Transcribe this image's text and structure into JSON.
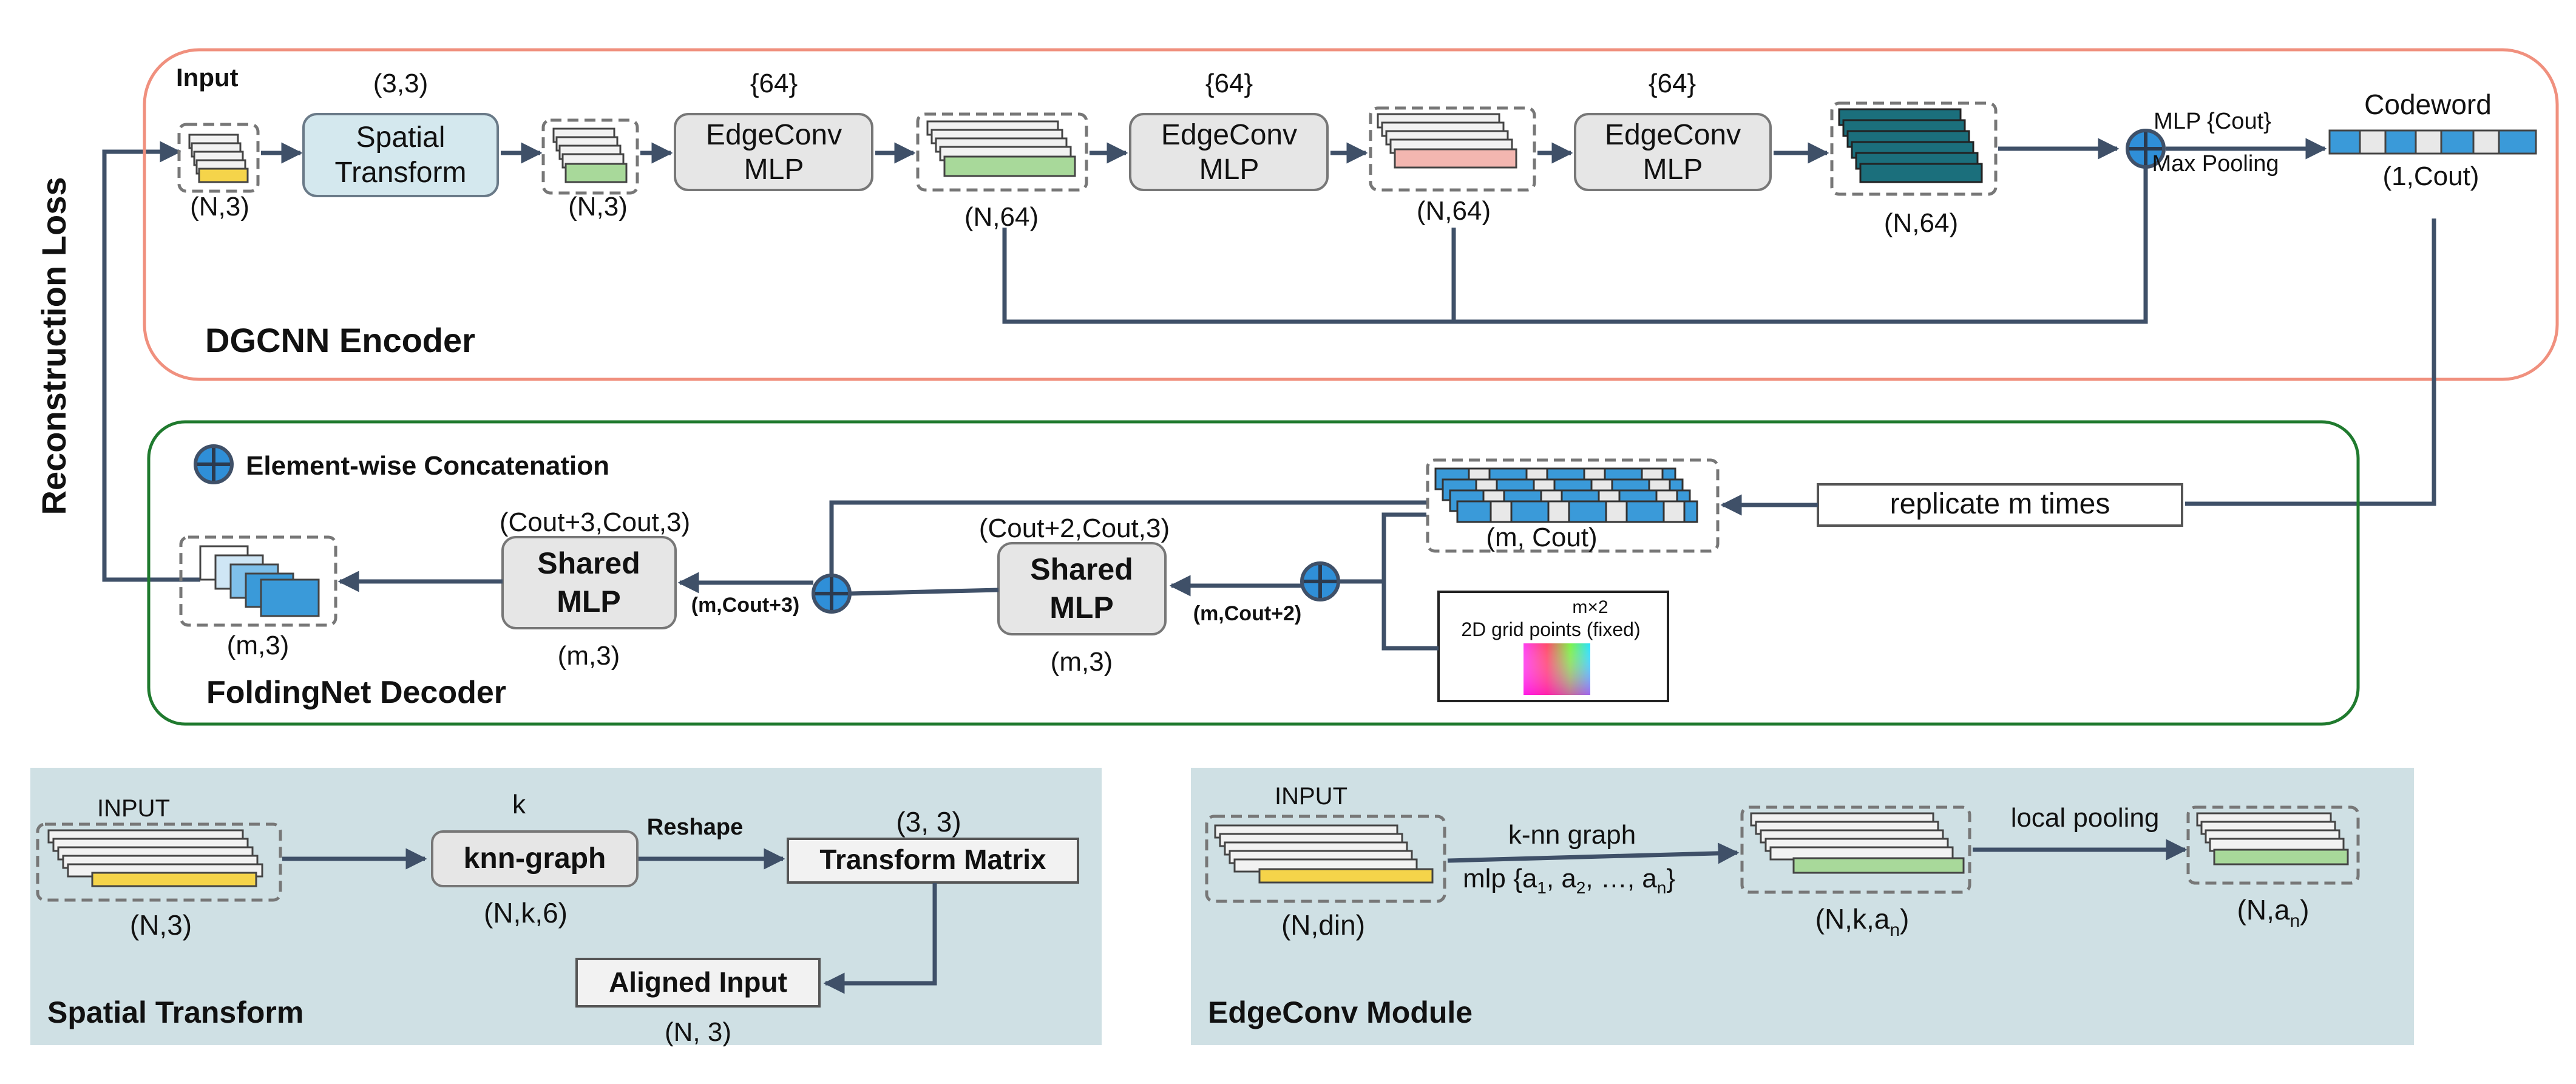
{
  "side_label": "Reconstruction Loss",
  "encoder": {
    "title": "DGCNN Encoder",
    "input_label": "Input",
    "input_shape": "(N,3)",
    "spatial_transform": {
      "line1": "Spatial",
      "line2": "Transform",
      "param": "(3,3)"
    },
    "after_transform_shape": "(N,3)",
    "edgeconv1": {
      "line1": "EdgeConv",
      "line2": "MLP",
      "param": "{64}"
    },
    "edgeconv1_out_shape": "(N,64)",
    "edgeconv2": {
      "line1": "EdgeConv",
      "line2": "MLP",
      "param": "{64}"
    },
    "edgeconv2_out_shape": "(N,64)",
    "edgeconv3": {
      "line1": "EdgeConv",
      "line2": "MLP",
      "param": "{64}"
    },
    "edgeconv3_out_shape": "(N,64)",
    "mlp_label": "MLP {Cout}",
    "pool_label": "Max Pooling",
    "codeword_label": "Codeword",
    "codeword_shape": "(1,Cout)"
  },
  "decoder": {
    "title": "FoldingNet Decoder",
    "legend": "Element-wise Concatenation",
    "replicate_label": "replicate m times",
    "replicated_shape": "(m, Cout)",
    "grid_line1": "m×2",
    "grid_line2": "2D grid points (fixed)",
    "concat1_label": "(m,Cout+2)",
    "shared_mlp1": {
      "line1": "Shared",
      "line2": "MLP",
      "param": "(Cout+2,Cout,3)",
      "out": "(m,3)"
    },
    "concat2_label": "(m,Cout+3)",
    "shared_mlp2": {
      "line1": "Shared",
      "line2": "MLP",
      "param": "(Cout+3,Cout,3)",
      "out": "(m,3)"
    },
    "output_shape": "(m,3)"
  },
  "spatial_transform_panel": {
    "title": "Spatial Transform",
    "input_label": "INPUT",
    "input_shape": "(N,3)",
    "knn_label": "knn-graph",
    "knn_param": "k",
    "knn_shape": "(N,k,6)",
    "reshape_label": "Reshape",
    "matrix_label": "Transform Matrix",
    "matrix_param": "(3, 3)",
    "aligned_label": "Aligned Input",
    "aligned_shape": "(N, 3)"
  },
  "edgeconv_panel": {
    "title": "EdgeConv Module",
    "input_label": "INPUT",
    "input_shape": "(N,din)",
    "knn_label": "k-nn graph",
    "mlp_label": "mlp {a",
    "mlp_sub1": "1",
    "mlp_sep": ", a",
    "mlp_sub2": "2",
    "mlp_mid": ", …, a",
    "mlp_subn": "n",
    "mlp_end": "}",
    "knn_shape_pre": "(N,k,a",
    "knn_shape_sub": "n",
    "knn_shape_post": ")",
    "pool_label": "local pooling",
    "out_shape_pre": "(N,a",
    "out_shape_sub": "n",
    "out_shape_post": ")"
  },
  "colors": {
    "encoder_border": "#f0907e",
    "decoder_border": "#1f7a2e",
    "panel_bg": "#cfe0e4",
    "box_gray": "#e6e6e6",
    "box_blue": "#d4e8ee",
    "arrow": "#3f5068",
    "yellow": "#f5d44a",
    "green": "#a8d99a",
    "pink": "#f3b6b0",
    "teal": "#1b6f7c",
    "blue_cell": "#3a9ad9",
    "plus_fill": "#2f8fd8"
  }
}
